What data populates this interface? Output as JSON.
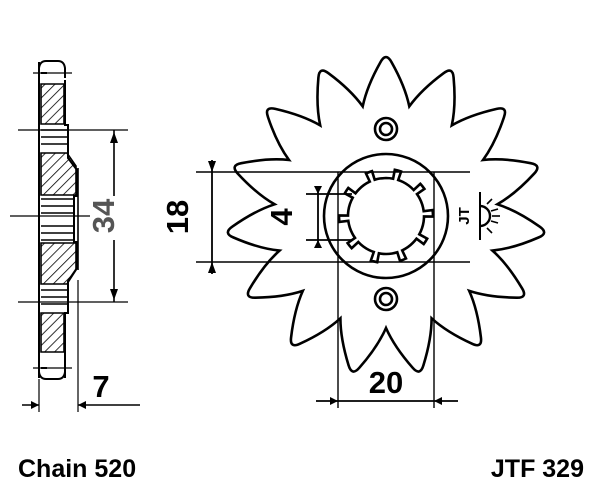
{
  "drawing": {
    "type": "engineering-part-drawing",
    "subject": "motorcycle front sprocket",
    "views": [
      {
        "name": "section-view",
        "position": "left",
        "description": "cross-section with hatching"
      },
      {
        "name": "front-view",
        "position": "right",
        "description": "sprocket face with teeth and splined bore"
      }
    ]
  },
  "dimensions": {
    "overall_diameter": {
      "value": "34",
      "orientation": "vertical-rotated",
      "view": "section-view",
      "color": "#555555"
    },
    "bore_diameter": {
      "value": "18",
      "orientation": "vertical-rotated",
      "view": "front-view",
      "color": "#000000"
    },
    "spline_width": {
      "value": "4",
      "orientation": "rotated",
      "view": "front-view",
      "color": "#000000"
    },
    "thickness": {
      "value": "7",
      "orientation": "horizontal",
      "view": "section-view",
      "color": "#000000"
    },
    "hub_width": {
      "value": "20",
      "orientation": "horizontal",
      "view": "front-view",
      "color": "#000000"
    }
  },
  "sprocket": {
    "teeth_count": 15,
    "spline_count": 10,
    "bolt_holes": 2
  },
  "branding": {
    "logo_text": "JT",
    "logo_name": "jt-sunburst-logo"
  },
  "footer": {
    "chain_label": "Chain 520",
    "part_number": "JTF 329"
  },
  "colors": {
    "line": "#000000",
    "dimension_gray": "#555555",
    "background": "#ffffff"
  }
}
